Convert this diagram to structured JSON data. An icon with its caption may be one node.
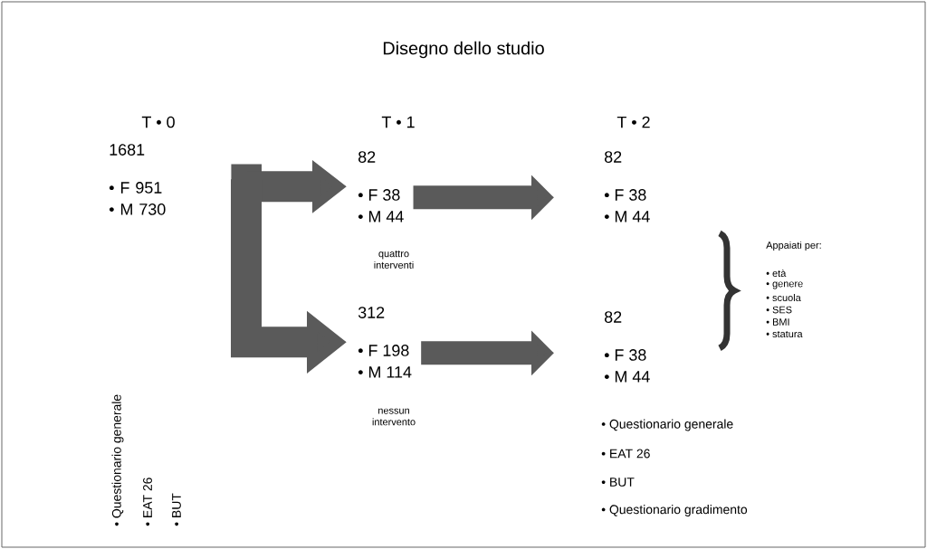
{
  "diagram": {
    "title": "Disegno dello studio",
    "nodes": [
      {
        "text": [
          "1681",
          "• F  951",
          "• M  730"
        ]
      },
      {
        "text": [
          "82",
          "• F  38",
          "• M  44"
        ],
        "beside": [
          "quattro interventi"
        ]
      },
      {
        "text": [
          "312",
          "• F  198",
          "• M  114"
        ],
        "beside": [
          "nessun intervento"
        ]
      },
      {
        "text": [
          "82",
          "• F  38",
          "• M  44"
        ]
      },
      {
        "text": [
          "82",
          "• F  38",
          "• M  44"
        ]
      }
    ],
    "edges": [
      {
        "from": 0,
        "to": 1,
        "arrow": "to"
      },
      {
        "from": 0,
        "to": 2,
        "arrow": "to"
      },
      {
        "from": 1,
        "to": 3,
        "arrow": "to"
      },
      {
        "from": 2,
        "to": 4,
        "arrow": "to"
      }
    ],
    "labels": [
      "T • 0",
      "T • 1",
      "T • 2",
      "• Questionario generale",
      "• EAT 26",
      "• BUT",
      "Appaiati per:",
      "• età",
      "• genere",
      "• scuola",
      "• SES",
      "• BMI",
      "• statura",
      "• Questionario generale",
      "• EAT 26",
      "• BUT",
      "• Questionario gradimento"
    ]
  }
}
